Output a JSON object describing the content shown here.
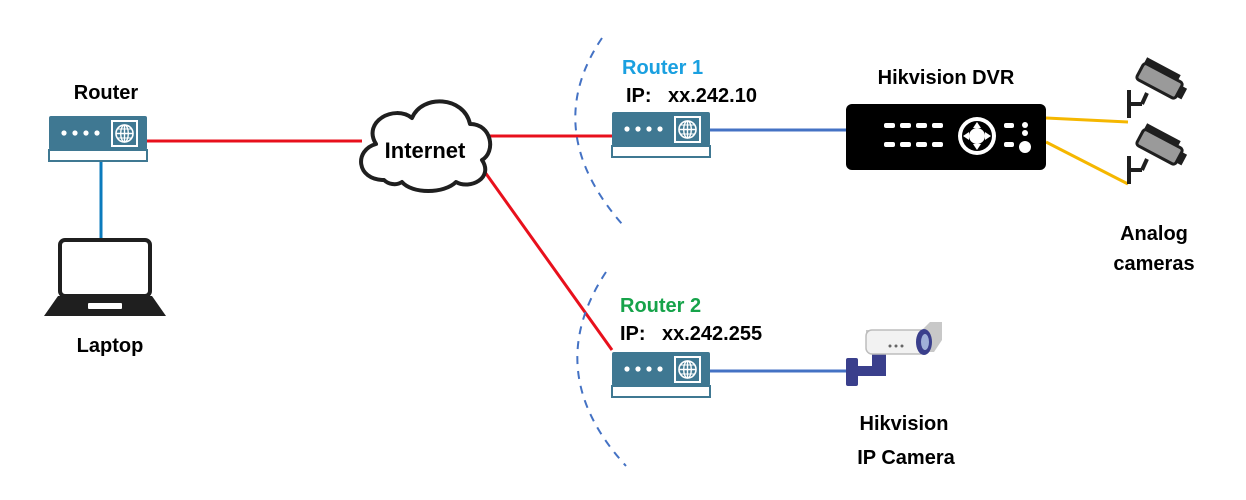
{
  "colors": {
    "wan_link": "#e8101c",
    "lan_link": "#4472c4",
    "analog_link": "#f5b700",
    "router_body": "#3f7892",
    "router1_label": "#1aa0e0",
    "router2_label": "#16a34a",
    "dashed_boundary": "#4472c4"
  },
  "nodes": {
    "router": {
      "label": "Router"
    },
    "laptop": {
      "label": "Laptop"
    },
    "internet": {
      "label": "Internet"
    },
    "router1": {
      "name": "Router 1",
      "ip_label": "IP:",
      "ip_value": "xx.242.10"
    },
    "router2": {
      "name": "Router 2",
      "ip_label": "IP:",
      "ip_value": "xx.242.255"
    },
    "dvr": {
      "label": "Hikvision DVR"
    },
    "analog_cameras": {
      "line1": "Analog",
      "line2": "cameras"
    },
    "ip_camera": {
      "line1": "Hikvision",
      "line2": "IP Camera"
    }
  },
  "icons": {
    "router": "router-icon",
    "laptop": "laptop-icon",
    "internet": "cloud-icon",
    "dvr": "dvr-icon",
    "analog_camera": "analog-camera-icon",
    "ip_camera": "ip-camera-icon"
  }
}
